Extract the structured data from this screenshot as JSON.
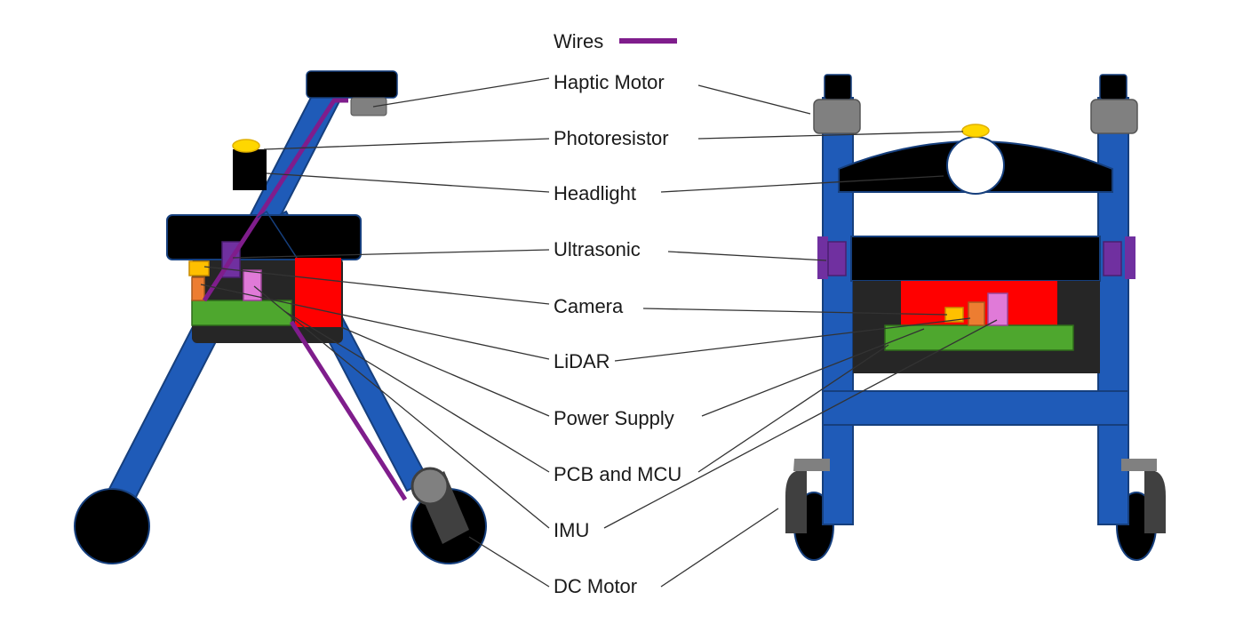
{
  "labels": {
    "wires": "Wires",
    "haptic_motor": "Haptic Motor",
    "photoresistor": "Photoresistor",
    "headlight": "Headlight",
    "ultrasonic": "Ultrasonic",
    "camera": "Camera",
    "lidar": "LiDAR",
    "power_supply": "Power Supply",
    "pcb_mcu": "PCB and MCU",
    "imu": "IMU",
    "dc_motor": "DC Motor"
  },
  "colors": {
    "frame": "#1f5bb8",
    "frame_outline": "#163f7d",
    "black": "#000000",
    "wire": "#7f1d8c",
    "power_supply": "#ff0000",
    "pcb": "#4ea72e",
    "camera": "#ffc000",
    "lidar": "#ed7d31",
    "imu": "#e07ad8",
    "ultrasonic": "#7030a0",
    "photoresistor": "#ffd700",
    "gray": "#7f7f7f",
    "dark_gray": "#404040",
    "housing": "#262626"
  }
}
